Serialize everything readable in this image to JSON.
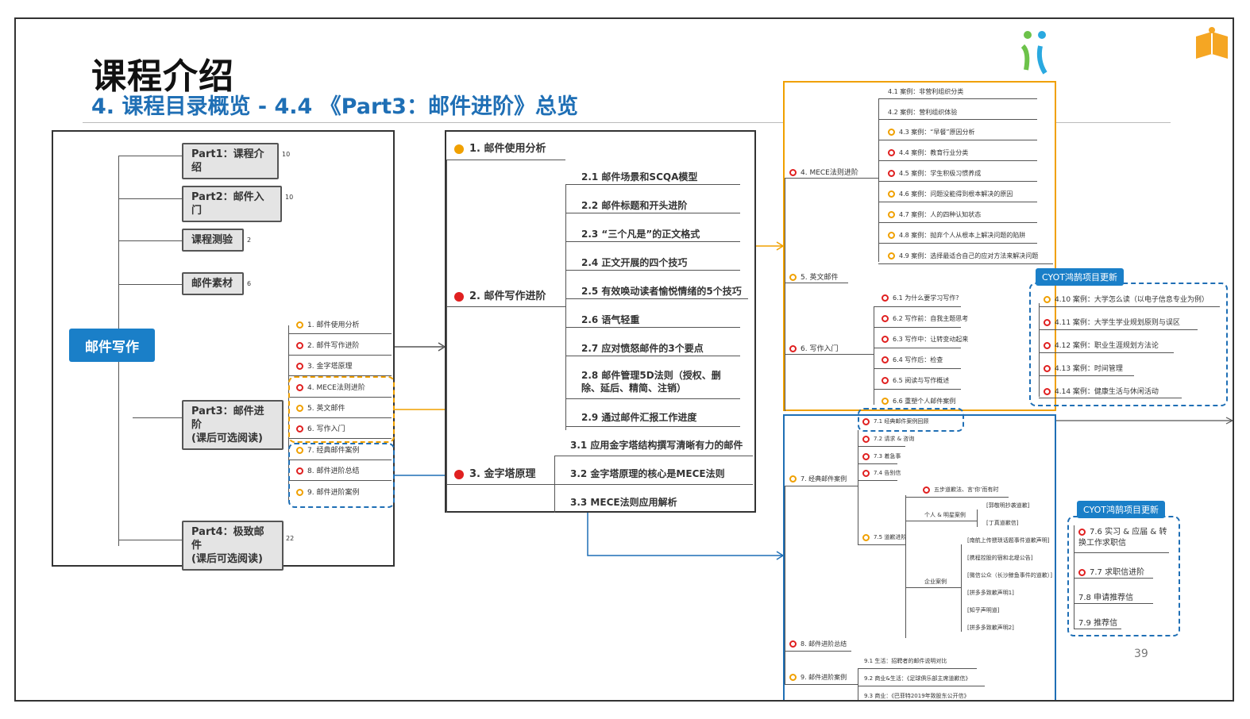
{
  "header": {
    "title": "课程介绍",
    "subtitle": "4. 课程目录概览 - 4.4 《Part3：邮件进阶》总览"
  },
  "left_map": {
    "root": "邮件写作",
    "parts": [
      {
        "label": "Part1：课程介绍",
        "count": "10"
      },
      {
        "label": "Part2：邮件入门",
        "count": "10"
      },
      {
        "label": "课程测验",
        "count": "2"
      },
      {
        "label": "邮件素材",
        "count": "6"
      },
      {
        "label": "Part3：邮件进阶\n(课后可选阅读)",
        "count": ""
      },
      {
        "label": "Part4：极致邮件\n(课后可选阅读)",
        "count": "22"
      }
    ],
    "part3_children": [
      {
        "label": "1. 邮件使用分析",
        "color": "orange"
      },
      {
        "label": "2. 邮件写作进阶",
        "color": "red"
      },
      {
        "label": "3. 金字塔原理",
        "color": "red"
      },
      {
        "label": "4. MECE法则进阶",
        "color": "red"
      },
      {
        "label": "5. 英文邮件",
        "color": "orange"
      },
      {
        "label": "6. 写作入门",
        "color": "red"
      },
      {
        "label": "7. 经典邮件案例",
        "color": "orange"
      },
      {
        "label": "8. 邮件进阶总结",
        "color": "red"
      },
      {
        "label": "9. 邮件进阶案例",
        "color": "orange"
      }
    ]
  },
  "mid_map": {
    "sec1": "1. 邮件使用分析",
    "sec2": "2. 邮件写作进阶",
    "sec2_items": [
      "2.1 邮件场景和SCQA模型",
      "2.2 邮件标题和开头进阶",
      "2.3 “三个凡是”的正文格式",
      "2.4 正文开展的四个技巧",
      "2.5 有效唤动读者愉悦情绪的5个技巧",
      "2.6 语气轻重",
      "2.7 应对愤怒邮件的3个要点",
      "2.8 邮件管理5D法则（授权、删除、延后、精简、注销）",
      "2.9 通过邮件汇报工作进度"
    ],
    "sec3": "3. 金字塔原理",
    "sec3_items": [
      "3.1 应用金字塔结构撰写清晰有力的邮件",
      "3.2 金字塔原理的核心是MECE法则",
      "3.3 MECE法则应用解析"
    ]
  },
  "right_top": {
    "sec4": "4. MECE法则进阶",
    "sec4_items": [
      "4.1 案例：非营利组织分类",
      "4.2 案例：营利组织体验",
      "4.3 案例：“早餐”原因分析",
      "4.4 案例：教育行业分类",
      "4.5 案例：学生积极习惯养成",
      "4.6 案例：问题没能得到根本解决的原因",
      "4.7 案例：人的四种认知状态",
      "4.8 案例：抛弃个人从根本上解决问题的陷阱",
      "4.9 案例：选择最适合自己的应对方法来解决问题"
    ],
    "sec5": "5. 英文邮件",
    "sec6": "6. 写作入门",
    "sec6_items": [
      "6.1 为什么要学习写作?",
      "6.2 写作前：自我主题思考",
      "6.3 写作中：让转变动起来",
      "6.4 写作后：检查",
      "6.5 阅读与写作概述",
      "6.6 重塑个人邮件案例"
    ]
  },
  "cyot1": {
    "badge": "CYOT鸿鹄项目更新",
    "items": [
      "4.10 案例：大学怎么读（以电子信息专业为例）",
      "4.11 案例：大学生学业规划原则与误区",
      "4.12 案例：职业生涯规划方法论",
      "4.13 案例：时间管理",
      "4.14 案例：健康生活与休闲活动"
    ]
  },
  "right_bottom": {
    "sec7": "7. 经典邮件案例",
    "sec7_items": [
      "7.1 经典邮件案例回顾",
      "7.2 请求 & 咨询",
      "7.3 着急事",
      "7.4 告别信",
      "7.5 道歉进阶"
    ],
    "apology": {
      "method": "五步道歉法、言‘你’而有时",
      "personal": "个人 & 明星案例",
      "personal_items": [
        "[郭敬明抄袭道歉]",
        "[丁真道歉信]"
      ],
      "corp": "企业案例",
      "corp_items": [
        "[南航上传猥琐话题事件道歉声明]",
        "[携程控股的宿和北堤公告]",
        "[微信公众（长沙鲸鱼事件的道歉）]",
        "[拼多多致歉声明1]",
        "[知乎声明道]",
        "[拼多多致歉声明2]"
      ]
    },
    "sec8": "8. 邮件进阶总结",
    "sec9": "9. 邮件进阶案例",
    "sec9_items": [
      "9.1 生活：招聘者的邮件说明对比",
      "9.2 商业&生活：《足球俱乐部主席道歉信》",
      "9.3 商业：《巴菲特2019年致股东公开信》"
    ]
  },
  "cyot2": {
    "badge": "CYOT鸿鹄项目更新",
    "items": [
      "7.6 实习 & 应届 & 转换工作求职信",
      "7.7 求职信进阶",
      "7.8 申请推荐信",
      "7.9 推荐信"
    ]
  },
  "page_number": "39",
  "colors": {
    "blue": "#1a7fc8",
    "orange": "#f0a000",
    "red": "#e02020",
    "title_blue": "#1f6fb5"
  }
}
